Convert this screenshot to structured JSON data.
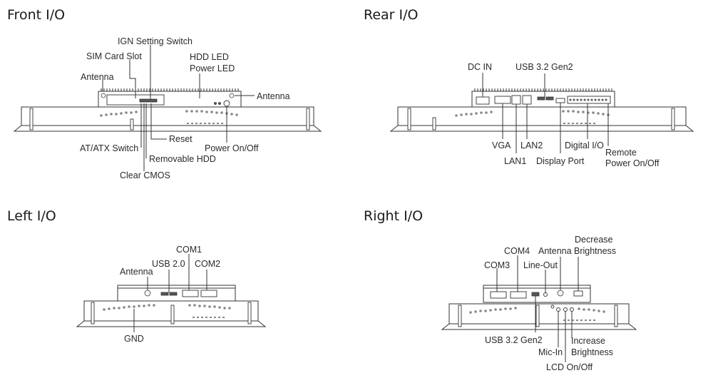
{
  "sections": {
    "front": {
      "title": "Front I/O",
      "labels": {
        "ign_setting_switch": "IGN Setting Switch",
        "sim_card_slot": "SIM Card Slot",
        "hdd_led": "HDD LED",
        "power_led": "Power LED",
        "antenna_left": "Antenna",
        "antenna_right": "Antenna",
        "reset": "Reset",
        "at_atx_switch": "AT/ATX Switch",
        "removable_hdd": "Removable HDD",
        "power_on_off": "Power On/Off",
        "clear_cmos": "Clear CMOS"
      }
    },
    "rear": {
      "title": "Rear I/O",
      "labels": {
        "dc_in": "DC IN",
        "usb_32_gen2": "USB 3.2 Gen2",
        "vga": "VGA",
        "lan2": "LAN2",
        "lan1": "LAN1",
        "digital_io": "Digital I/O",
        "display_port": "Display Port",
        "remote_power_1": "Remote",
        "remote_power_2": "Power On/Off"
      }
    },
    "left": {
      "title": "Left I/O",
      "labels": {
        "com1": "COM1",
        "usb_20": "USB 2.0",
        "com2": "COM2",
        "antenna": "Antenna",
        "gnd": "GND"
      }
    },
    "right": {
      "title": "Right I/O",
      "labels": {
        "decrease_brightness_1": "Decrease",
        "decrease_brightness_2": "Brightness",
        "com4": "COM4",
        "antenna": "Antenna",
        "com3": "COM3",
        "line_out": "Line-Out",
        "usb_32_gen2": "USB 3.2 Gen2",
        "increase_brightness_1": "Increase",
        "increase_brightness_2": "Brightness",
        "mic_in": "Mic-In",
        "lcd_on_off": "LCD On/Off"
      }
    }
  }
}
